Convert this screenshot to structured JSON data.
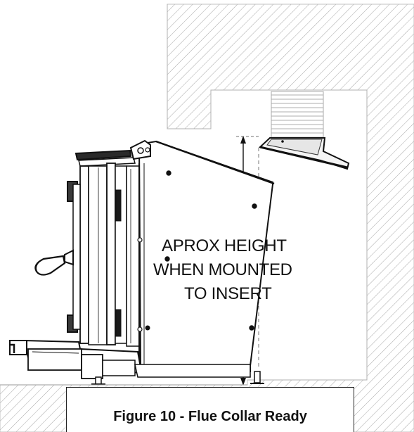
{
  "diagram": {
    "label_lines": [
      "APROX HEIGHT",
      "WHEN MOUNTED",
      "TO INSERT"
    ],
    "caption": "Figure 10 - Flue Collar Ready"
  },
  "colors": {
    "line": "#1a1a1a",
    "hatch": "#9a9a9a",
    "fill": "#ffffff"
  }
}
